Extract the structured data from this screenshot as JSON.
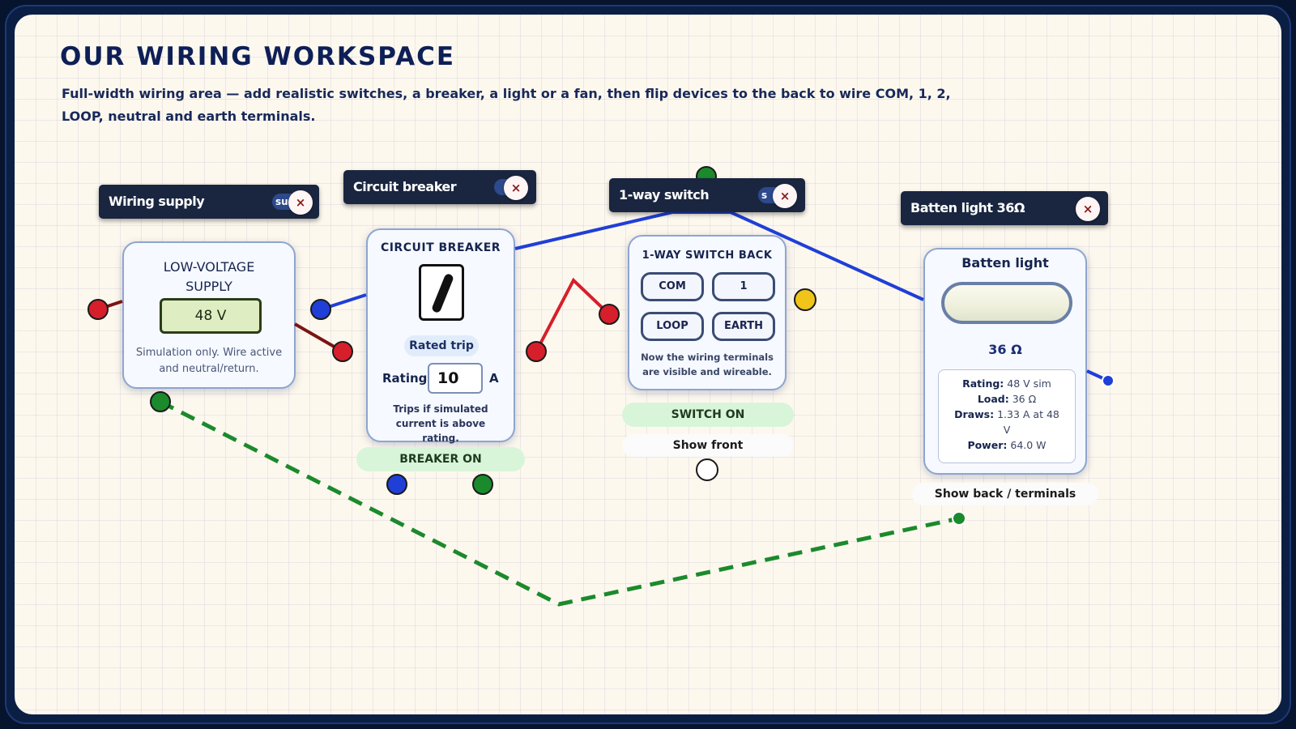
{
  "workspace": {
    "title": "OUR WIRING WORKSPACE",
    "description": "Full-width wiring area — add realistic switches, a breaker, a light or a fan, then flip devices to the back to wire COM, 1, 2, LOOP, neutral and earth terminals."
  },
  "supply": {
    "chip_label": "Wiring supply",
    "chip_tab": "su",
    "close_label": "×",
    "title": "LOW-VOLTAGE SUPPLY",
    "voltage_value": "48",
    "voltage_unit": "V",
    "note": "Simulation only. Wire active and neutral/return."
  },
  "breaker": {
    "chip_label": "Circuit breaker",
    "close_label": "×",
    "title": "CIRCUIT BREAKER",
    "rated_trip_label": "Rated trip",
    "rating_label": "Rating",
    "rating_value": "10",
    "rating_unit": "A",
    "note": "Trips if simulated current is above rating.",
    "status": "BREAKER ON"
  },
  "switch": {
    "chip_label": "1-way switch",
    "chip_tab": "s",
    "close_label": "×",
    "title": "1-WAY SWITCH BACK",
    "terminals": [
      "COM",
      "1",
      "LOOP",
      "EARTH"
    ],
    "note": "Now the wiring terminals are visible and wireable.",
    "status": "SWITCH ON",
    "toggle_label": "Show front"
  },
  "light": {
    "chip_label": "Batten light 36Ω",
    "close_label": "×",
    "title": "Batten light",
    "resistance": "36 Ω",
    "rating_key": "Rating:",
    "rating_val": "48 V sim",
    "load_key": "Load:",
    "load_val": "36 Ω",
    "draws_key": "Draws:",
    "draws_val": "1.33 A at 48 V",
    "power_key": "Power:",
    "power_val": "64.0 W",
    "toggle_label": "Show back / terminals"
  },
  "colors": {
    "active_wire": "#d61f2a",
    "neutral_wire": "#1f3fd6",
    "earth_wire": "#1b8a2c",
    "return_wire": "#7a1414",
    "switch_terminal": "#f0c419",
    "title_navy": "#0e1f57"
  }
}
